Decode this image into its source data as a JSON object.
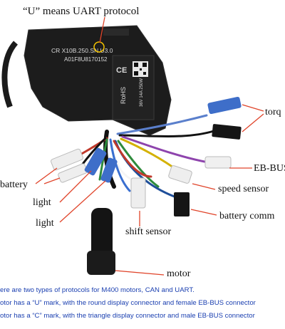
{
  "header": {
    "protocol_note": "“U” means UART protocol"
  },
  "device": {
    "model_line1": "CR X10B.250.SN.U3.0",
    "model_line2": "A01F8U8170152",
    "cert_ce": "CE",
    "cert_rohs": "RoHS",
    "spec_text": "36V 14A 250W"
  },
  "labels": {
    "torque": "torq",
    "eb_bus": "EB-BUS",
    "battery": "battery",
    "light_1": "light",
    "light_2": "light",
    "speed_sensor": "speed sensor",
    "battery_comm": "battery comm",
    "shift_sensor": "shift sensor",
    "motor": "motor"
  },
  "notes": {
    "line1": "ere are two types of protocols for M400 motors, CAN and UART.",
    "line2": "otor has a “U” mark, with the round display connector and female EB-BUS connector",
    "line3": "otor has a “C” mark, with the triangle display connector and male EB-BUS connector"
  },
  "colors": {
    "housing": "#1c1c1c",
    "arrow": "#e0442a",
    "note_text": "#1a3fb0",
    "connector_blue": "#3e6ec9",
    "connector_white": "#eeeeee"
  }
}
